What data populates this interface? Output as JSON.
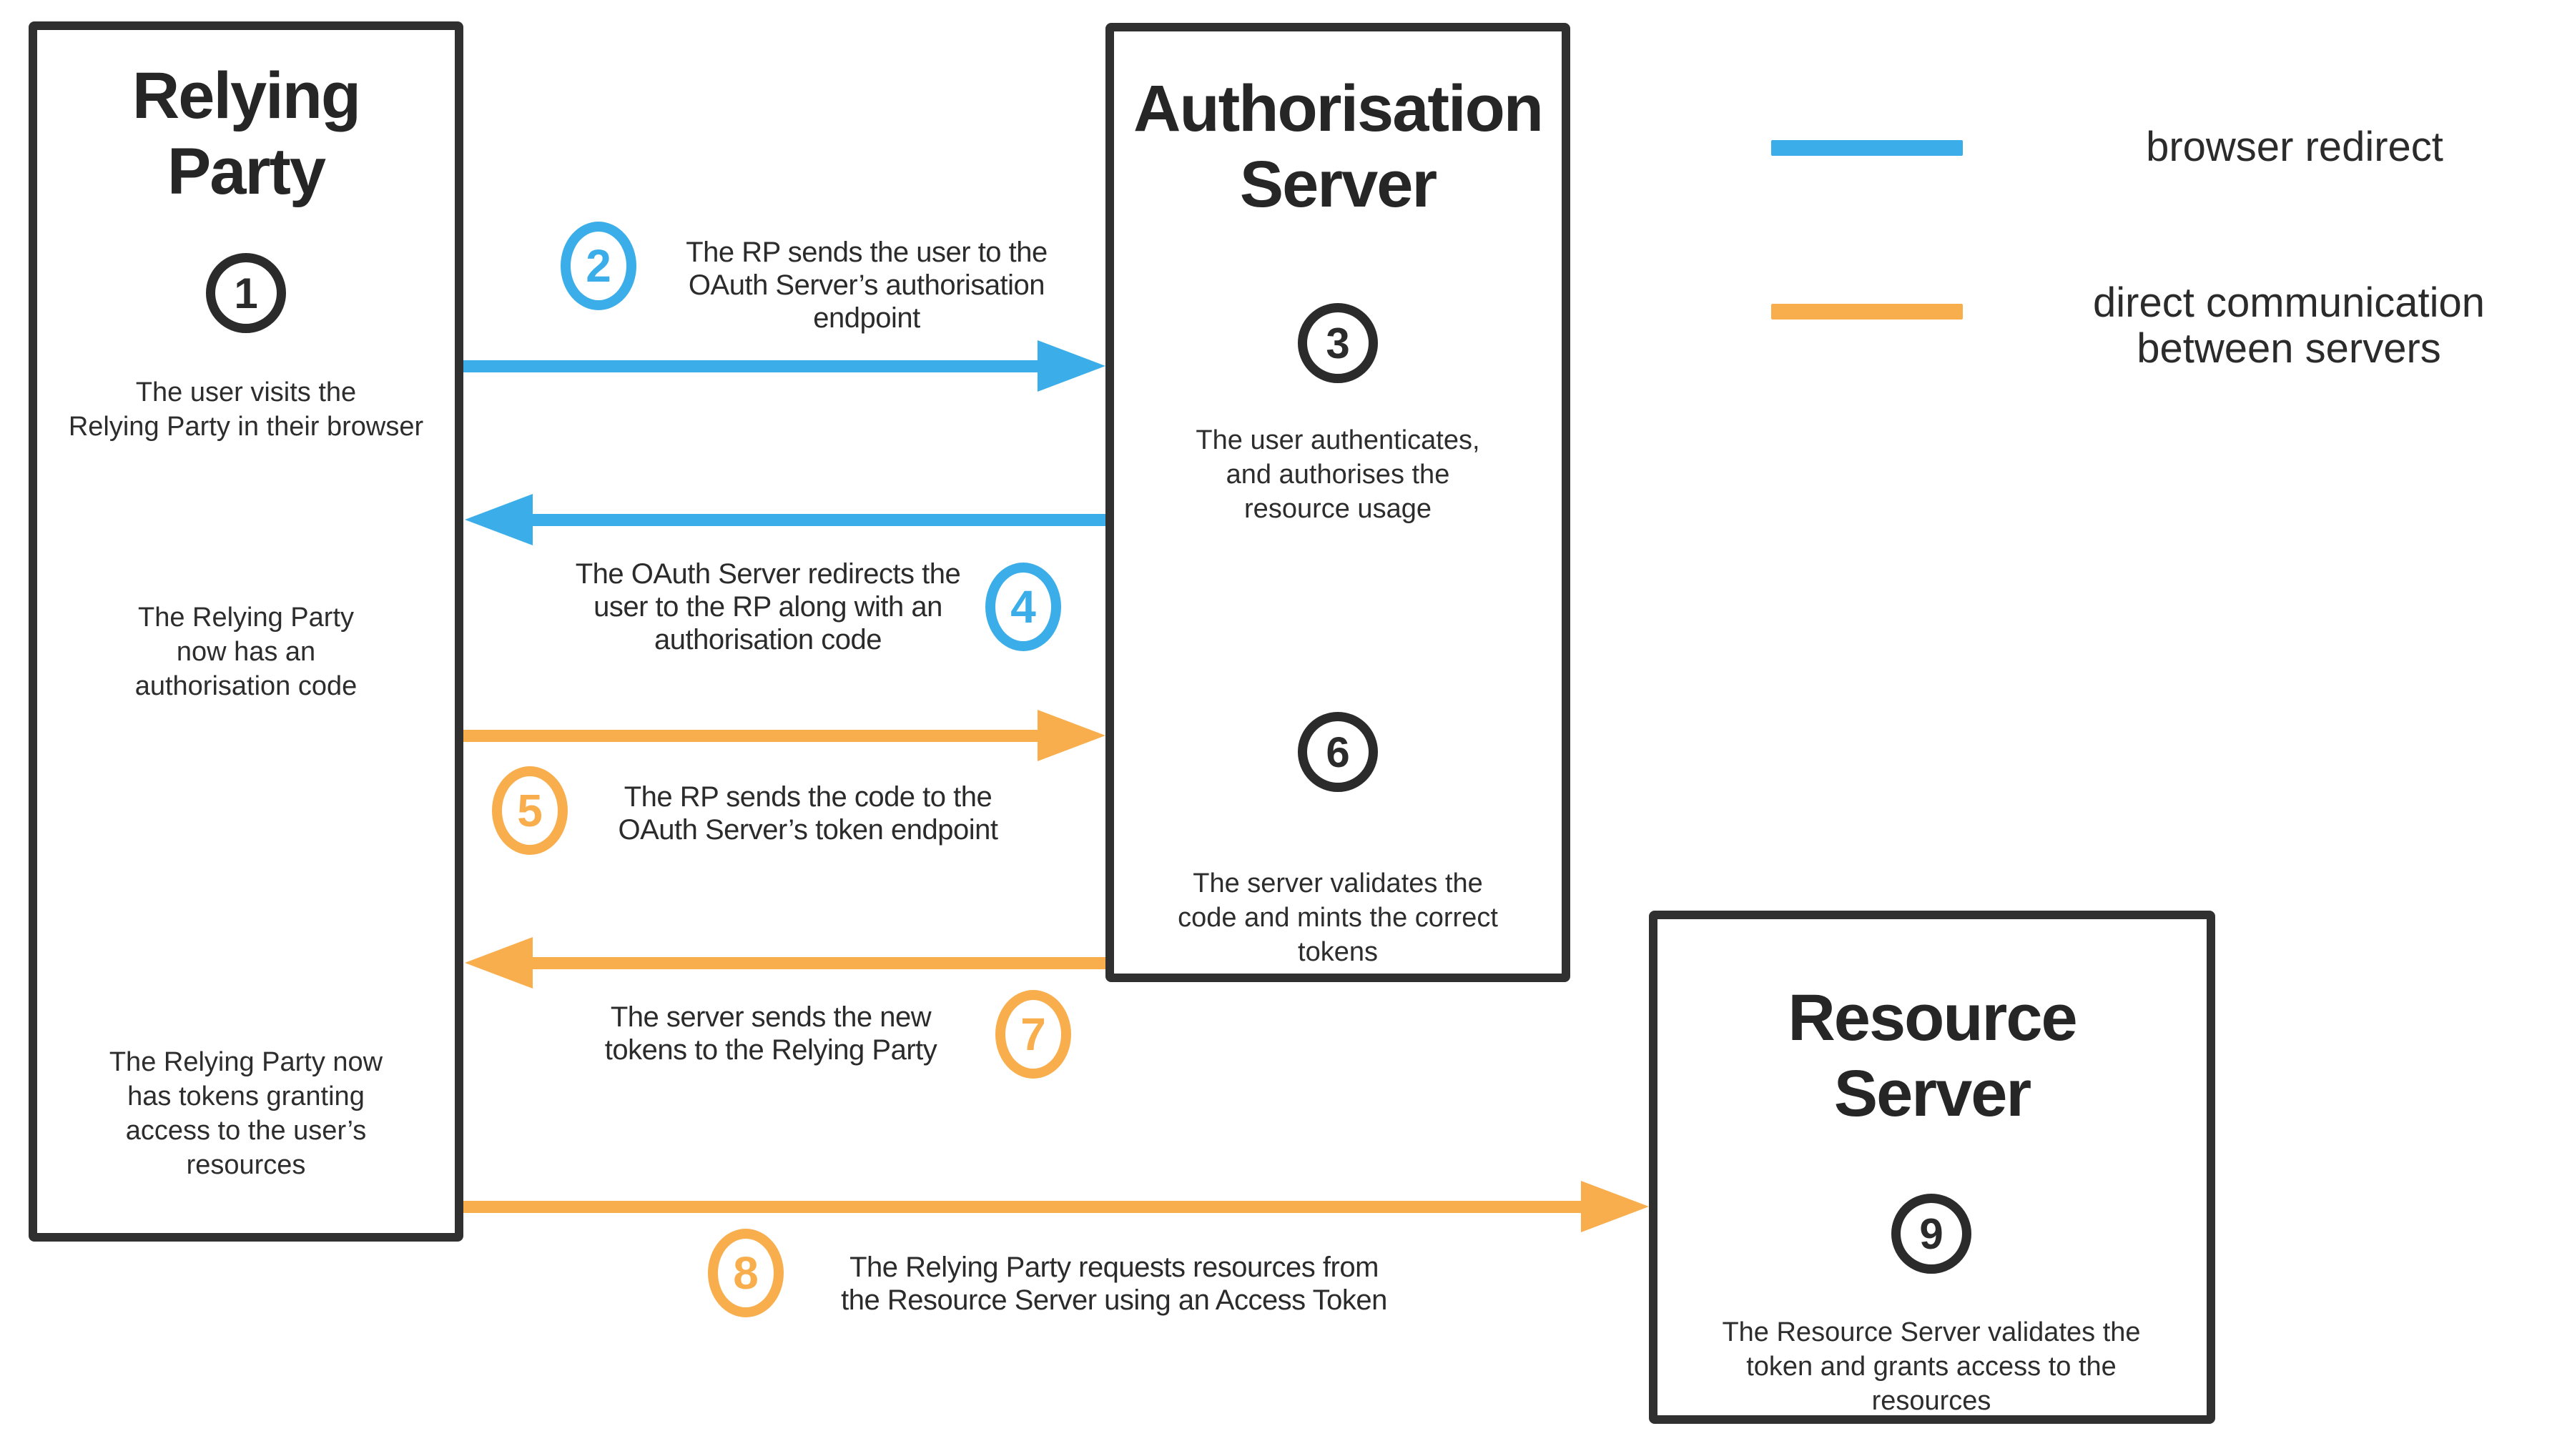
{
  "palette": {
    "blue": "#3BAEE9",
    "orange": "#F9AE4E",
    "ink": "#2B2B2B",
    "box_border": "#303030",
    "background": "#FFFFFF"
  },
  "legend": {
    "browser_redirect_label": "browser redirect",
    "direct_label_line1": "direct communication",
    "direct_label_line2": "between servers"
  },
  "relying_party": {
    "title_line1": "Relying",
    "title_line2": "Party",
    "step1": {
      "number": "1",
      "line1": "The user visits the",
      "line2": "Relying Party in their browser"
    },
    "note_auth_code": {
      "line1": "The Relying Party",
      "line2": "now has an",
      "line3": "authorisation code"
    },
    "note_tokens": {
      "line1": "The Relying Party now",
      "line2": "has tokens granting",
      "line3": "access to the user’s",
      "line4": "resources"
    }
  },
  "auth_server": {
    "title_line1": "Authorisation",
    "title_line2": "Server",
    "step3": {
      "number": "3",
      "line1": "The user authenticates,",
      "line2": "and authorises the",
      "line3": "resource usage"
    },
    "step6": {
      "number": "6",
      "line1": "The server validates the",
      "line2": "code and mints the correct",
      "line3": "tokens"
    }
  },
  "resource_server": {
    "title_line1": "Resource",
    "title_line2": "Server",
    "step9": {
      "number": "9",
      "line1": "The Resource Server validates the",
      "line2": "token and grants access to the",
      "line3": "resources"
    }
  },
  "flow": {
    "step2": {
      "number": "2",
      "line1": "The RP sends the user to the",
      "line2": "OAuth Server’s authorisation",
      "line3": "endpoint"
    },
    "step4": {
      "number": "4",
      "line1": "The OAuth Server redirects the",
      "line2": "user to the RP along with an",
      "line3": "authorisation code"
    },
    "step5": {
      "number": "5",
      "line1": "The RP sends the code to the",
      "line2": "OAuth Server’s token endpoint"
    },
    "step7": {
      "number": "7",
      "line1": "The server sends the new",
      "line2": "tokens to the Relying Party"
    },
    "step8": {
      "number": "8",
      "line1": "The Relying Party requests resources from",
      "line2": "the Resource Server using an Access Token"
    }
  }
}
